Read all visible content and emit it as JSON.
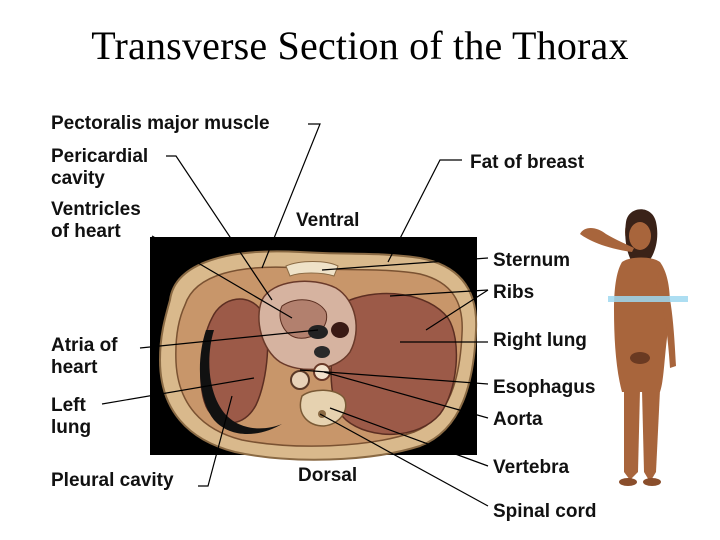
{
  "title": "Transverse Section of the Thorax",
  "orientation": {
    "ventral": "Ventral",
    "dorsal": "Dorsal"
  },
  "labels": {
    "pectoralis": "Pectoralis major muscle",
    "pericardial": "Pericardial\ncavity",
    "ventricles": "Ventricles\nof heart",
    "atria": "Atria of\nheart",
    "left_lung": "Left\nlung",
    "pleural": "Pleural cavity",
    "fat_breast": "Fat of breast",
    "sternum": "Sternum",
    "ribs": "Ribs",
    "right_lung": "Right lung",
    "esophagus": "Esophagus",
    "aorta": "Aorta",
    "vertebra": "Vertebra",
    "spinal_cord": "Spinal cord"
  },
  "colors": {
    "background": "#ffffff",
    "specimen_background": "#000000",
    "tissue_outer": "#d9b98c",
    "lung": "#9c5a48",
    "skin": "#a8653c",
    "section_marker": "#9fd8f0"
  }
}
